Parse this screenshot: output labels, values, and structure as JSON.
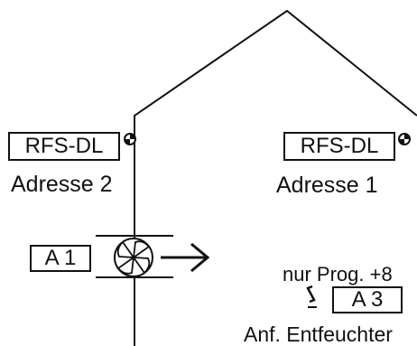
{
  "rfs_left": {
    "tag": "RFS-DL",
    "address": "Adresse 2"
  },
  "rfs_right": {
    "tag": "RFS-DL",
    "address": "Adresse 1"
  },
  "fan": {
    "output": "A 1"
  },
  "dehumidifier": {
    "condition": "nur Prog. +8",
    "output": "A 3",
    "label": "Anf. Entfeuchter"
  }
}
